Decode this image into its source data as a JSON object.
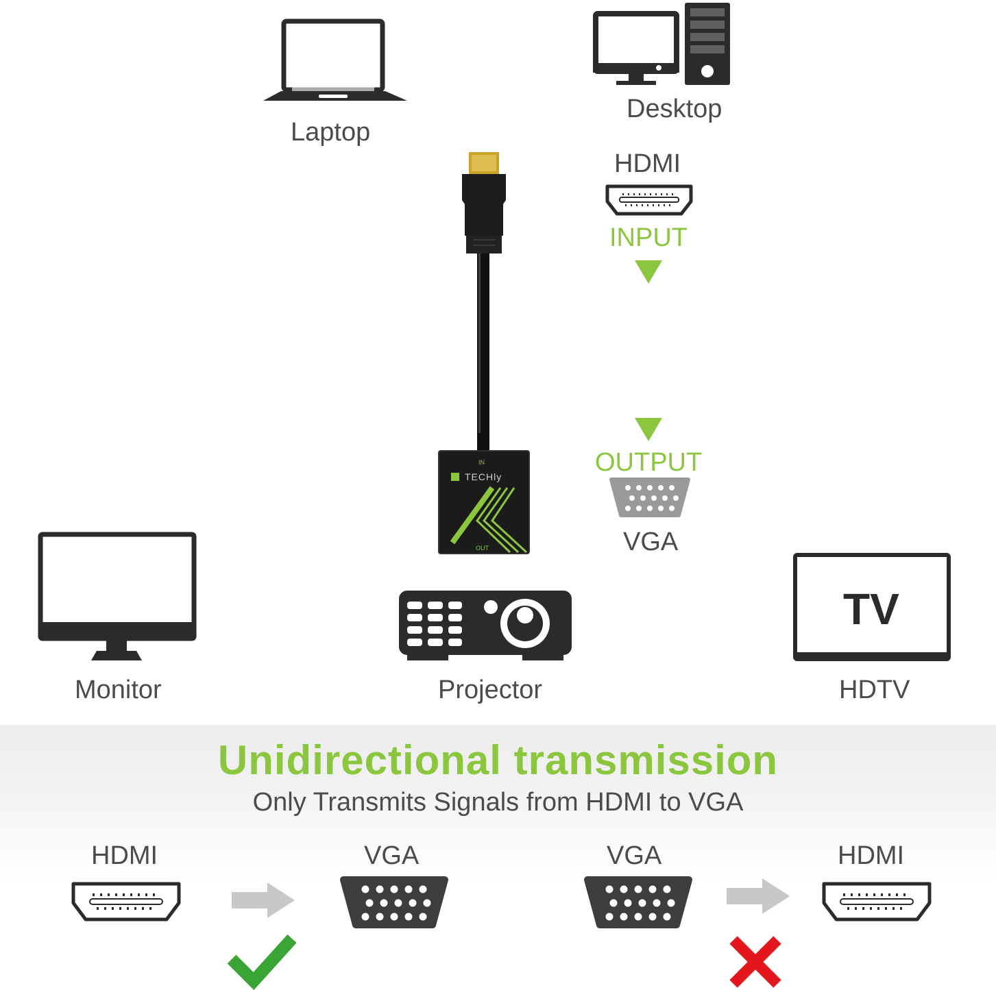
{
  "devices": {
    "laptop": "Laptop",
    "desktop": "Desktop",
    "monitor": "Monitor",
    "projector": "Projector",
    "hdtv": "HDTV",
    "tv_screen_text": "TV"
  },
  "adapter": {
    "input_port": "HDMI",
    "input_label": "INPUT",
    "output_label": "OUTPUT",
    "output_port": "VGA",
    "box_in": "IN",
    "box_out": "OUT",
    "brand": "TECHly"
  },
  "transmission": {
    "title": "Unidirectional transmission",
    "subtitle": "Only Transmits Signals from HDMI to VGA",
    "valid": {
      "from": "HDMI",
      "to": "VGA",
      "status": "check-icon"
    },
    "invalid": {
      "from": "VGA",
      "to": "HDMI",
      "status": "cross-icon"
    }
  },
  "colors": {
    "accent_green": "#8cc63f",
    "dark": "#2b2b2b",
    "cross_red": "#e3161b",
    "check_green": "#3aa535",
    "arrow_gray": "#c8c8c8"
  }
}
